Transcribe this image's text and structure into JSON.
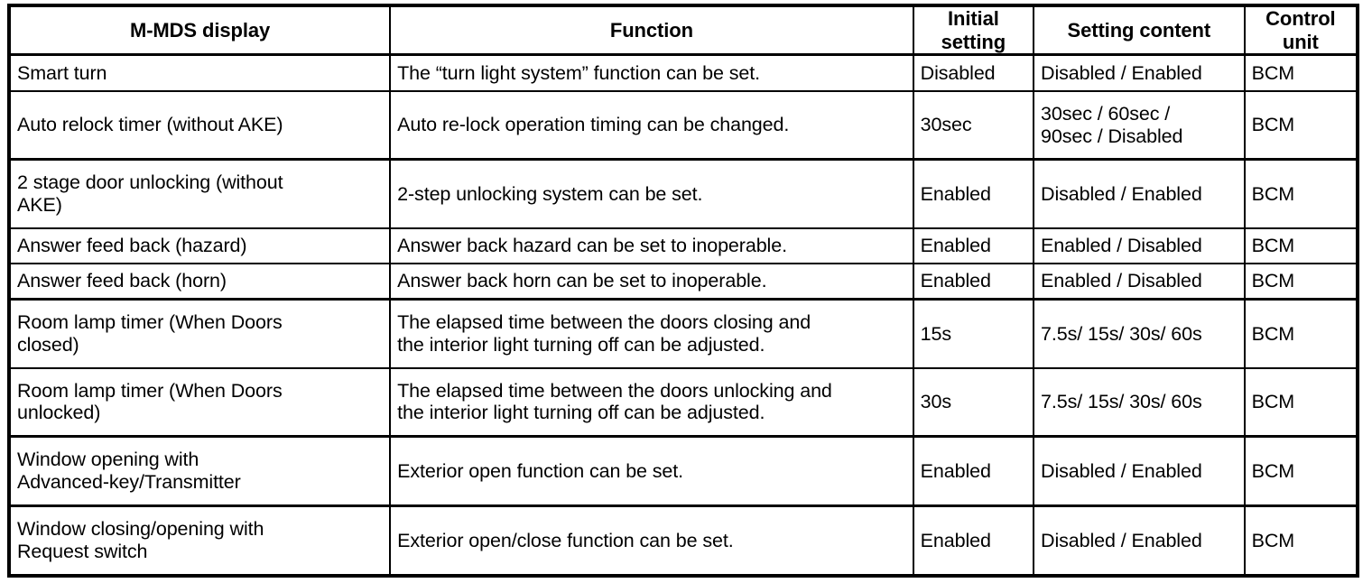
{
  "table": {
    "columns": [
      {
        "key": "display",
        "label": "M-MDS display"
      },
      {
        "key": "function",
        "label": "Function"
      },
      {
        "key": "initial",
        "label": "Initial\nsetting",
        "label_line1": "Initial",
        "label_line2": "setting"
      },
      {
        "key": "content",
        "label": "Setting content"
      },
      {
        "key": "unit",
        "label": "Control\nunit",
        "label_line1": "Control",
        "label_line2": "unit"
      }
    ],
    "rows": [
      {
        "display_l1": "Smart turn",
        "display_l2": "",
        "function_l1": "The “turn light system” function can be set.",
        "function_l2": "",
        "initial": "Disabled",
        "content_l1": "Disabled / Enabled",
        "content_l2": "",
        "unit": "BCM"
      },
      {
        "display_l1": "Auto relock timer (without AKE)",
        "display_l2": "",
        "function_l1": "Auto re-lock operation timing can be changed.",
        "function_l2": "",
        "initial": "30sec",
        "content_l1": "30sec / 60sec /",
        "content_l2": "90sec / Disabled",
        "unit": "BCM"
      },
      {
        "display_l1": "2 stage door unlocking (without",
        "display_l2": "AKE)",
        "function_l1": "2-step unlocking system can be set.",
        "function_l2": "",
        "initial": "Enabled",
        "content_l1": "Disabled / Enabled",
        "content_l2": "",
        "unit": "BCM"
      },
      {
        "display_l1": "Answer feed back (hazard)",
        "display_l2": "",
        "function_l1": "Answer back hazard can be set to inoperable.",
        "function_l2": "",
        "initial": "Enabled",
        "content_l1": "Enabled / Disabled",
        "content_l2": "",
        "unit": "BCM"
      },
      {
        "display_l1": "Answer feed back (horn)",
        "display_l2": "",
        "function_l1": "Answer back horn can be set to inoperable.",
        "function_l2": "",
        "initial": "Enabled",
        "content_l1": "Enabled / Disabled",
        "content_l2": "",
        "unit": "BCM"
      },
      {
        "display_l1": "Room lamp timer (When Doors",
        "display_l2": "closed)",
        "function_l1": "The elapsed time between the doors closing and",
        "function_l2": "the interior light turning off can be adjusted.",
        "initial": "15s",
        "content_l1": "7.5s/ 15s/ 30s/ 60s",
        "content_l2": "",
        "unit": "BCM"
      },
      {
        "display_l1": "Room lamp timer (When Doors",
        "display_l2": "unlocked)",
        "function_l1": "The elapsed time between the doors unlocking and",
        "function_l2": "the interior light turning off can be adjusted.",
        "initial": "30s",
        "content_l1": "7.5s/ 15s/ 30s/ 60s",
        "content_l2": "",
        "unit": "BCM"
      },
      {
        "display_l1": "Window opening with",
        "display_l2": "Advanced-key/Transmitter",
        "function_l1": "Exterior open function can be set.",
        "function_l2": "",
        "initial": "Enabled",
        "content_l1": "Disabled / Enabled",
        "content_l2": "",
        "unit": "BCM"
      },
      {
        "display_l1": "Window closing/opening with",
        "display_l2": "Request switch",
        "function_l1": "Exterior open/close function can be set.",
        "function_l2": "",
        "initial": "Enabled",
        "content_l1": "Disabled / Enabled",
        "content_l2": "",
        "unit": "BCM"
      }
    ]
  }
}
